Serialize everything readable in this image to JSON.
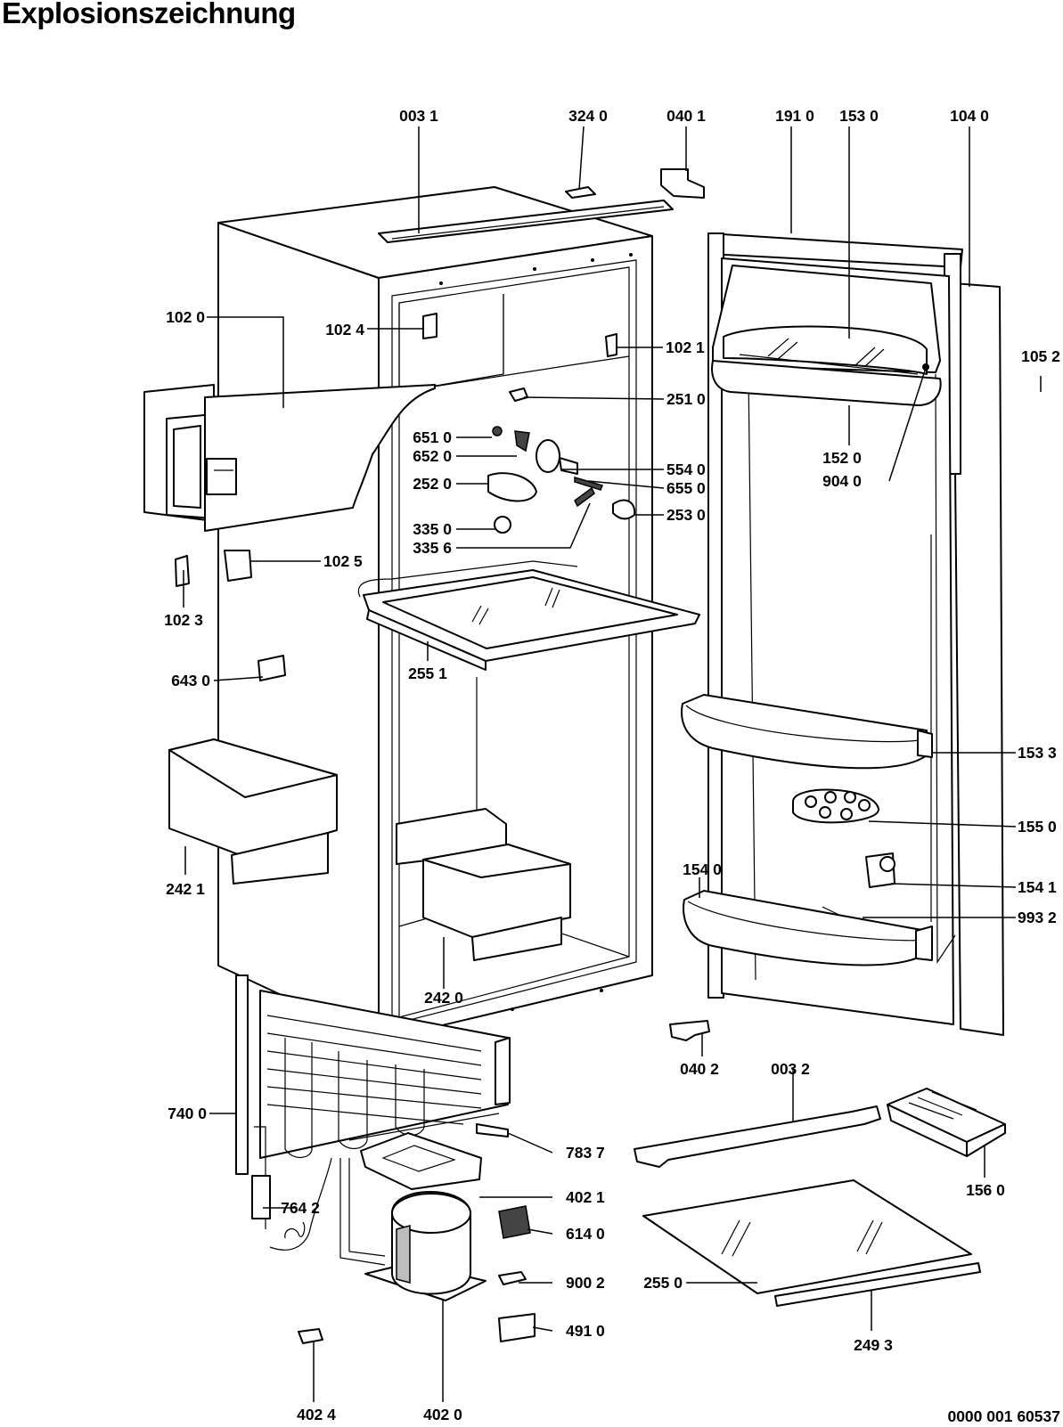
{
  "title": "Explosionszeichnung",
  "document_number": "0000 001 60537",
  "parts": [
    {
      "id": "p0031",
      "label": "003 1"
    },
    {
      "id": "p3240",
      "label": "324 0"
    },
    {
      "id": "p0401",
      "label": "040 1"
    },
    {
      "id": "p1910",
      "label": "191 0"
    },
    {
      "id": "p1530",
      "label": "153 0"
    },
    {
      "id": "p1040",
      "label": "104 0"
    },
    {
      "id": "p1020",
      "label": "102 0"
    },
    {
      "id": "p1024",
      "label": "102 4"
    },
    {
      "id": "p1021",
      "label": "102 1"
    },
    {
      "id": "p1052",
      "label": "105 2"
    },
    {
      "id": "p2510",
      "label": "251 0"
    },
    {
      "id": "p6510",
      "label": "651 0"
    },
    {
      "id": "p6520",
      "label": "652 0"
    },
    {
      "id": "p5540",
      "label": "554 0"
    },
    {
      "id": "p2520",
      "label": "252 0"
    },
    {
      "id": "p6550",
      "label": "655 0"
    },
    {
      "id": "p2530",
      "label": "253 0"
    },
    {
      "id": "p3350",
      "label": "335 0"
    },
    {
      "id": "p3356",
      "label": "335 6"
    },
    {
      "id": "p1520",
      "label": "152 0"
    },
    {
      "id": "p9040",
      "label": "904 0"
    },
    {
      "id": "p1025",
      "label": "102 5"
    },
    {
      "id": "p1023",
      "label": "102 3"
    },
    {
      "id": "p2551",
      "label": "255 1"
    },
    {
      "id": "p6430",
      "label": "643 0"
    },
    {
      "id": "p1533",
      "label": "153 3"
    },
    {
      "id": "p1550",
      "label": "155 0"
    },
    {
      "id": "p2421",
      "label": "242 1"
    },
    {
      "id": "p1540",
      "label": "154 0"
    },
    {
      "id": "p1541",
      "label": "154 1"
    },
    {
      "id": "p9932",
      "label": "993 2"
    },
    {
      "id": "p2420",
      "label": "242 0"
    },
    {
      "id": "p0402",
      "label": "040 2"
    },
    {
      "id": "p0032",
      "label": "003 2"
    },
    {
      "id": "p7400",
      "label": "740 0"
    },
    {
      "id": "p7837",
      "label": "783 7"
    },
    {
      "id": "p1560",
      "label": "156 0"
    },
    {
      "id": "p4021",
      "label": "402 1"
    },
    {
      "id": "p7642",
      "label": "764 2"
    },
    {
      "id": "p6140",
      "label": "614 0"
    },
    {
      "id": "p9002",
      "label": "900 2"
    },
    {
      "id": "p2550",
      "label": "255 0"
    },
    {
      "id": "p4910",
      "label": "491 0"
    },
    {
      "id": "p2493",
      "label": "249 3"
    },
    {
      "id": "p4024",
      "label": "402 4"
    },
    {
      "id": "p4020",
      "label": "402 0"
    }
  ]
}
